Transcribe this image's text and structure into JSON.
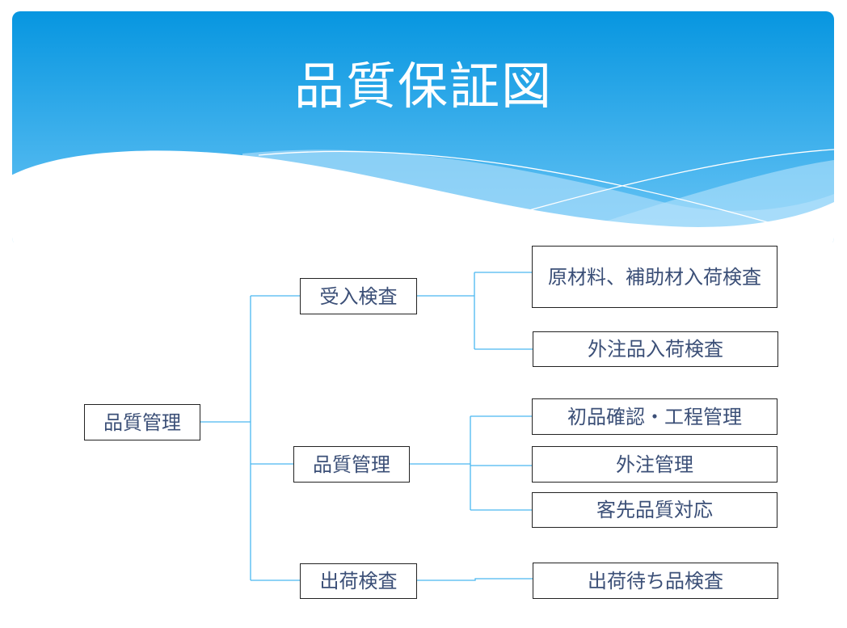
{
  "title": "品質保証図",
  "colors": {
    "header_top": "#0796e0",
    "header_bottom": "#6cc6f6",
    "connector": "#4ab8f0",
    "box_text": "#3b4f77"
  },
  "tree": {
    "root": "品質管理",
    "branches": [
      {
        "label": "受入検査",
        "children": [
          "原材料、補助材入荷検査",
          "外注品入荷検査"
        ]
      },
      {
        "label": "品質管理",
        "children": [
          "初品確認・工程管理",
          "外注管理",
          "客先品質対応"
        ]
      },
      {
        "label": "出荷検査",
        "children": [
          "出荷待ち品検査"
        ]
      }
    ]
  }
}
